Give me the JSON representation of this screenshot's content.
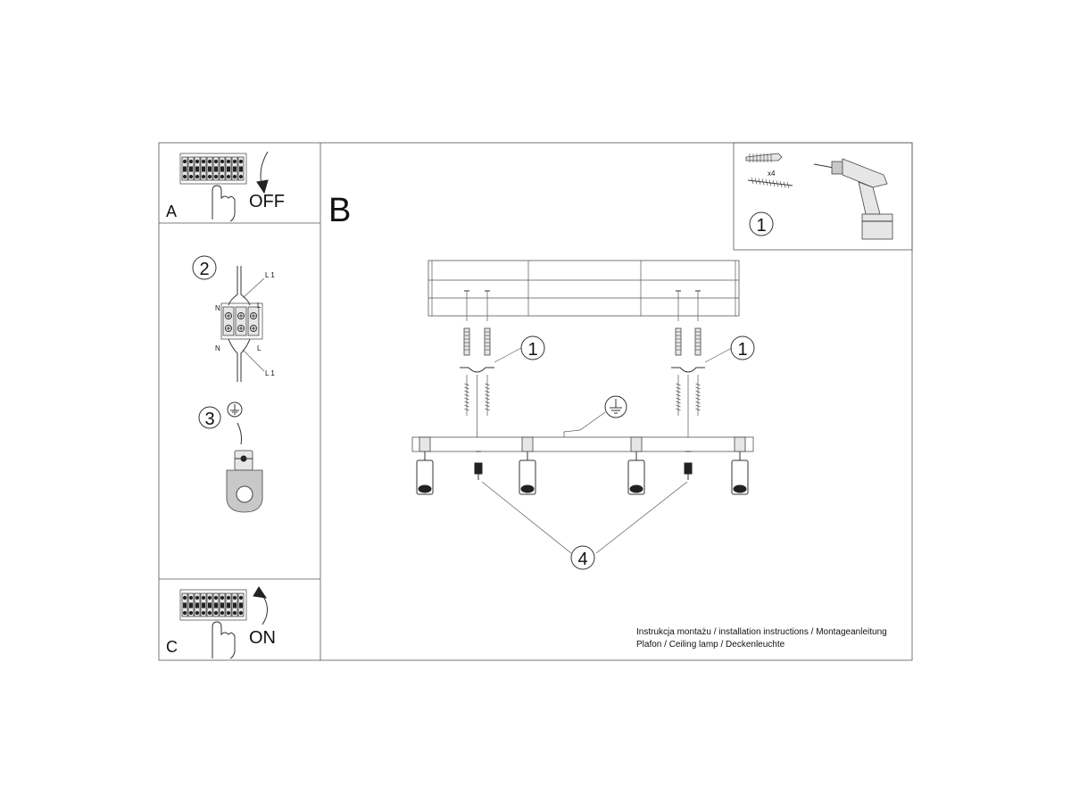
{
  "panel_a": {
    "letter": "A",
    "action": "OFF"
  },
  "panel_c": {
    "letter": "C",
    "action": "ON"
  },
  "panel_b": {
    "letter": "B"
  },
  "steps": {
    "anchors": "1",
    "anchors_right": "1",
    "tools": "1",
    "wiring": "2",
    "earth": "3",
    "spots": "4"
  },
  "wiring_labels": {
    "l1_top": "L 1",
    "n_top": "N",
    "l_top": "L",
    "n_bottom": "N",
    "l_bottom": "L",
    "l1_bottom": "L 1"
  },
  "kit": {
    "quantity": "x4"
  },
  "footer": {
    "line1": "Instrukcja montażu / installation instructions / Montageanleitung",
    "line2": "Plafon / Ceiling lamp / Deckenleuchte"
  },
  "colors": {
    "line": "#555555",
    "ink": "#111111",
    "fill_gray": "#c8c8c8"
  },
  "icons": [
    "breaker-panel-icon",
    "hand-icon",
    "arrow-down-icon",
    "arrow-up-icon",
    "drill-icon",
    "wall-plug-icon",
    "screw-icon",
    "terminal-block-icon",
    "earth-symbol-icon",
    "spotlight-icon"
  ]
}
